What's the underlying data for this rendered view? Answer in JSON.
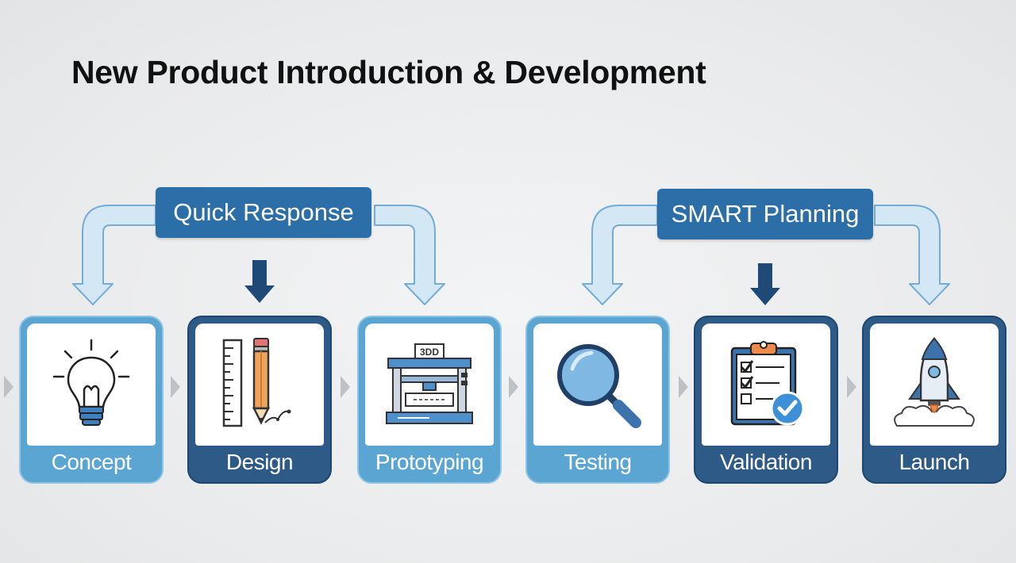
{
  "title": "New Product Introduction & Development",
  "groups": [
    {
      "label": "Quick Response"
    },
    {
      "label": "SMART Planning"
    }
  ],
  "stages": [
    {
      "label": "Concept",
      "icon": "lightbulb-icon"
    },
    {
      "label": "Design",
      "icon": "ruler-pencil-icon"
    },
    {
      "label": "Prototyping",
      "icon": "3d-printer-icon"
    },
    {
      "label": "Testing",
      "icon": "magnifier-icon"
    },
    {
      "label": "Validation",
      "icon": "checklist-clipboard-icon"
    },
    {
      "label": "Launch",
      "icon": "rocket-icon"
    }
  ],
  "printer_tag": "3DD",
  "colors": {
    "accent_dark": "#2d5a86",
    "accent_light": "#5aa5d2",
    "label_blue": "#2b6ea8",
    "arrow_light": "#cfe4f2",
    "arrow_outline": "#6fa8d3"
  }
}
